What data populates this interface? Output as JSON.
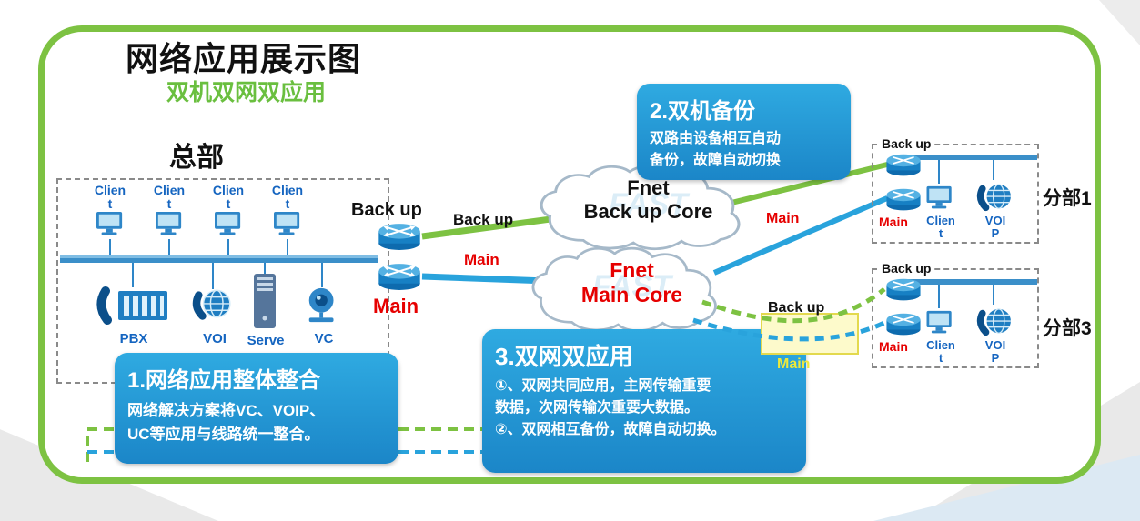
{
  "title": "网络应用展示图",
  "subtitle": "双机双网双应用",
  "hq": {
    "label": "总部",
    "clients": [
      {
        "line1": "Clien",
        "line2": "t"
      },
      {
        "line1": "Clien",
        "line2": "t"
      },
      {
        "line1": "Clien",
        "line2": "t"
      },
      {
        "line1": "Clien",
        "line2": "t"
      }
    ],
    "devices": [
      {
        "label": "PBX"
      },
      {
        "label": "VOI"
      },
      {
        "label": "Serve"
      },
      {
        "label": "VC"
      }
    ],
    "router_backup_label": "Back up",
    "router_main_label": "Main"
  },
  "links": {
    "hq_backup": "Back up",
    "hq_main": "Main",
    "branch1_main": "Main",
    "branch3_backup": "Back up",
    "branch3_main": "Main"
  },
  "clouds": {
    "backup": {
      "line1": "Fnet",
      "line2": "Back up Core",
      "watermark": "FAST"
    },
    "main": {
      "line1": "Fnet",
      "line2": "Main Core",
      "watermark": "FAST"
    }
  },
  "branches": [
    {
      "name": "分部1",
      "backup": "Back up",
      "main": "Main",
      "client_line1": "Clien",
      "client_line2": "t",
      "voip_line1": "VOI",
      "voip_line2": "P"
    },
    {
      "name": "分部3",
      "backup": "Back up",
      "main": "Main",
      "client_line1": "Clien",
      "client_line2": "t",
      "voip_line1": "VOI",
      "voip_line2": "P"
    }
  ],
  "callouts": [
    {
      "title": "1.网络应用整体整合",
      "body": "网络解决方案将VC、VOIP、\nUC等应用与线路统一整合。"
    },
    {
      "title": "2.双机备份",
      "body": "双路由设备相互自动\n备份，故障自动切换"
    },
    {
      "title": "3.双网双应用",
      "body": "①、双网共同应用，主网传输重要\n数据，次网传输次重要大数据。\n②、双网相互备份，故障自动切换。"
    }
  ],
  "colors": {
    "frame_green": "#7DC242",
    "line_blue": "#29A3DC",
    "line_green": "#7DC242",
    "callout_blue": "#1B86C8",
    "alert_red": "#E60000",
    "highlight_yellow": "#FDFACB"
  }
}
